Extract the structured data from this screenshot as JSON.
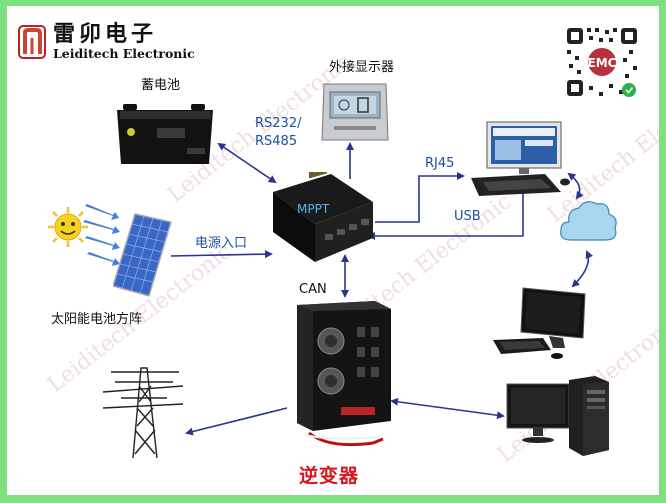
{
  "brand": {
    "name_cn": "雷卯电子",
    "name_en": "Leiditech Electronic"
  },
  "qr": {
    "badge": "EMC"
  },
  "labels": {
    "battery": "蓄电池",
    "display": "外接显示器",
    "rs232": "RS232/",
    "rs485": "RS485",
    "mppt": "MPPT",
    "rj45": "RJ45",
    "usb": "USB",
    "power_input": "电源入口",
    "solar": "太阳能电池方阵",
    "can": "CAN",
    "inverter": "逆变器"
  },
  "colors": {
    "frame": "#7ee07e",
    "label_blue": "#1e4fa0",
    "arrow": "#2a3590",
    "inverter_title": "#d8141c",
    "watermark": "#f1dede"
  }
}
